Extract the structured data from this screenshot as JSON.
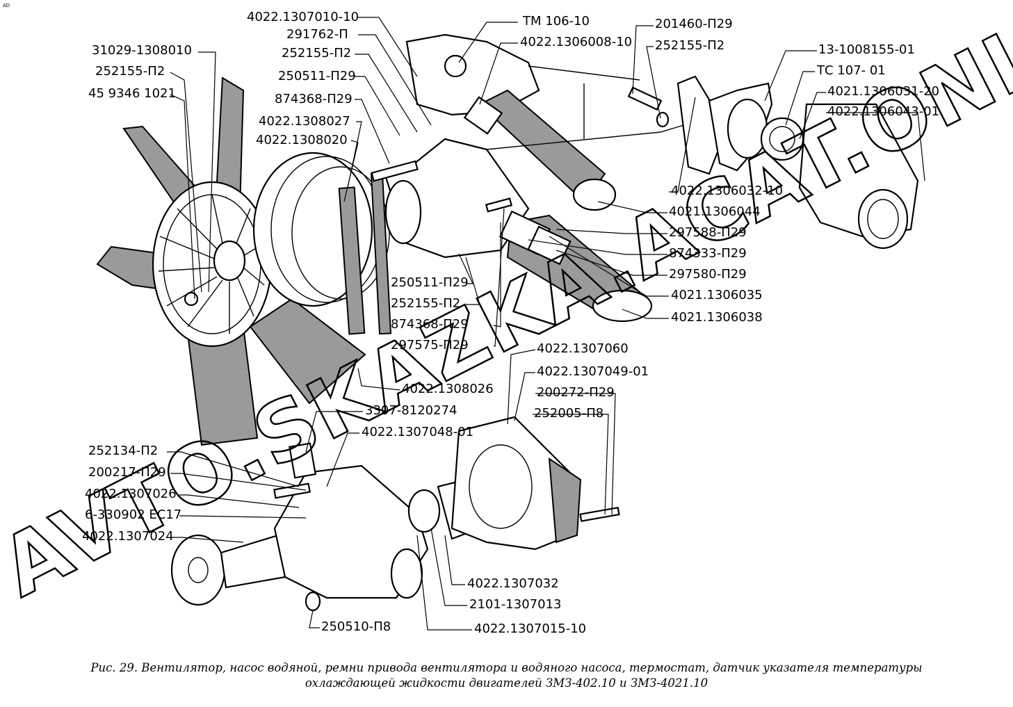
{
  "corner_mark": "AD",
  "labels": [
    "4022.1307010-10",
    "291762-П",
    "252155-П2",
    "250511-П29",
    "874368-П29",
    "4022.1308027",
    "4022.1308020",
    "31029-1308010",
    "252155-П2",
    "45 9346 1021",
    "ТМ 106-10",
    "4022.1306008-10",
    "201460-П29",
    "252155-П2",
    "13-1008155-01",
    "ТС 107- 01",
    "4021.1306031-20",
    "4022.1306043-01",
    "4022.1306032-10",
    "4021.1306044",
    "297588-П29",
    "874333-П29",
    "297580-П29",
    "4021.1306035",
    "4021.1306038",
    "250511-П29",
    "252155-П2",
    "874368-П29",
    "297575-П29",
    "4022.1307060",
    "4022.1307049-01",
    "200272-П29",
    "252005-П8",
    "4022.1308026",
    "3307-8120274",
    "4022.1307048-01",
    "252134-П2",
    "200217-П29",
    "4022.1307026",
    "6-330902 ЕС17",
    "4022.1307024",
    "4022.1307032",
    "2101-1307013",
    "250510-П8",
    "4022.1307015-10"
  ],
  "caption_line1": "Рис. 29. Вентилятор, насос водяной, ремни привода вентилятора и водяного насоса, термостат, датчик указателя температуры",
  "caption_line2": "охлаждающей жидкости двигателей ЗМЗ-402.10 и ЗМЗ-4021.10",
  "watermark": "AVTO.SKAZKA.ACAT.ONLINE"
}
